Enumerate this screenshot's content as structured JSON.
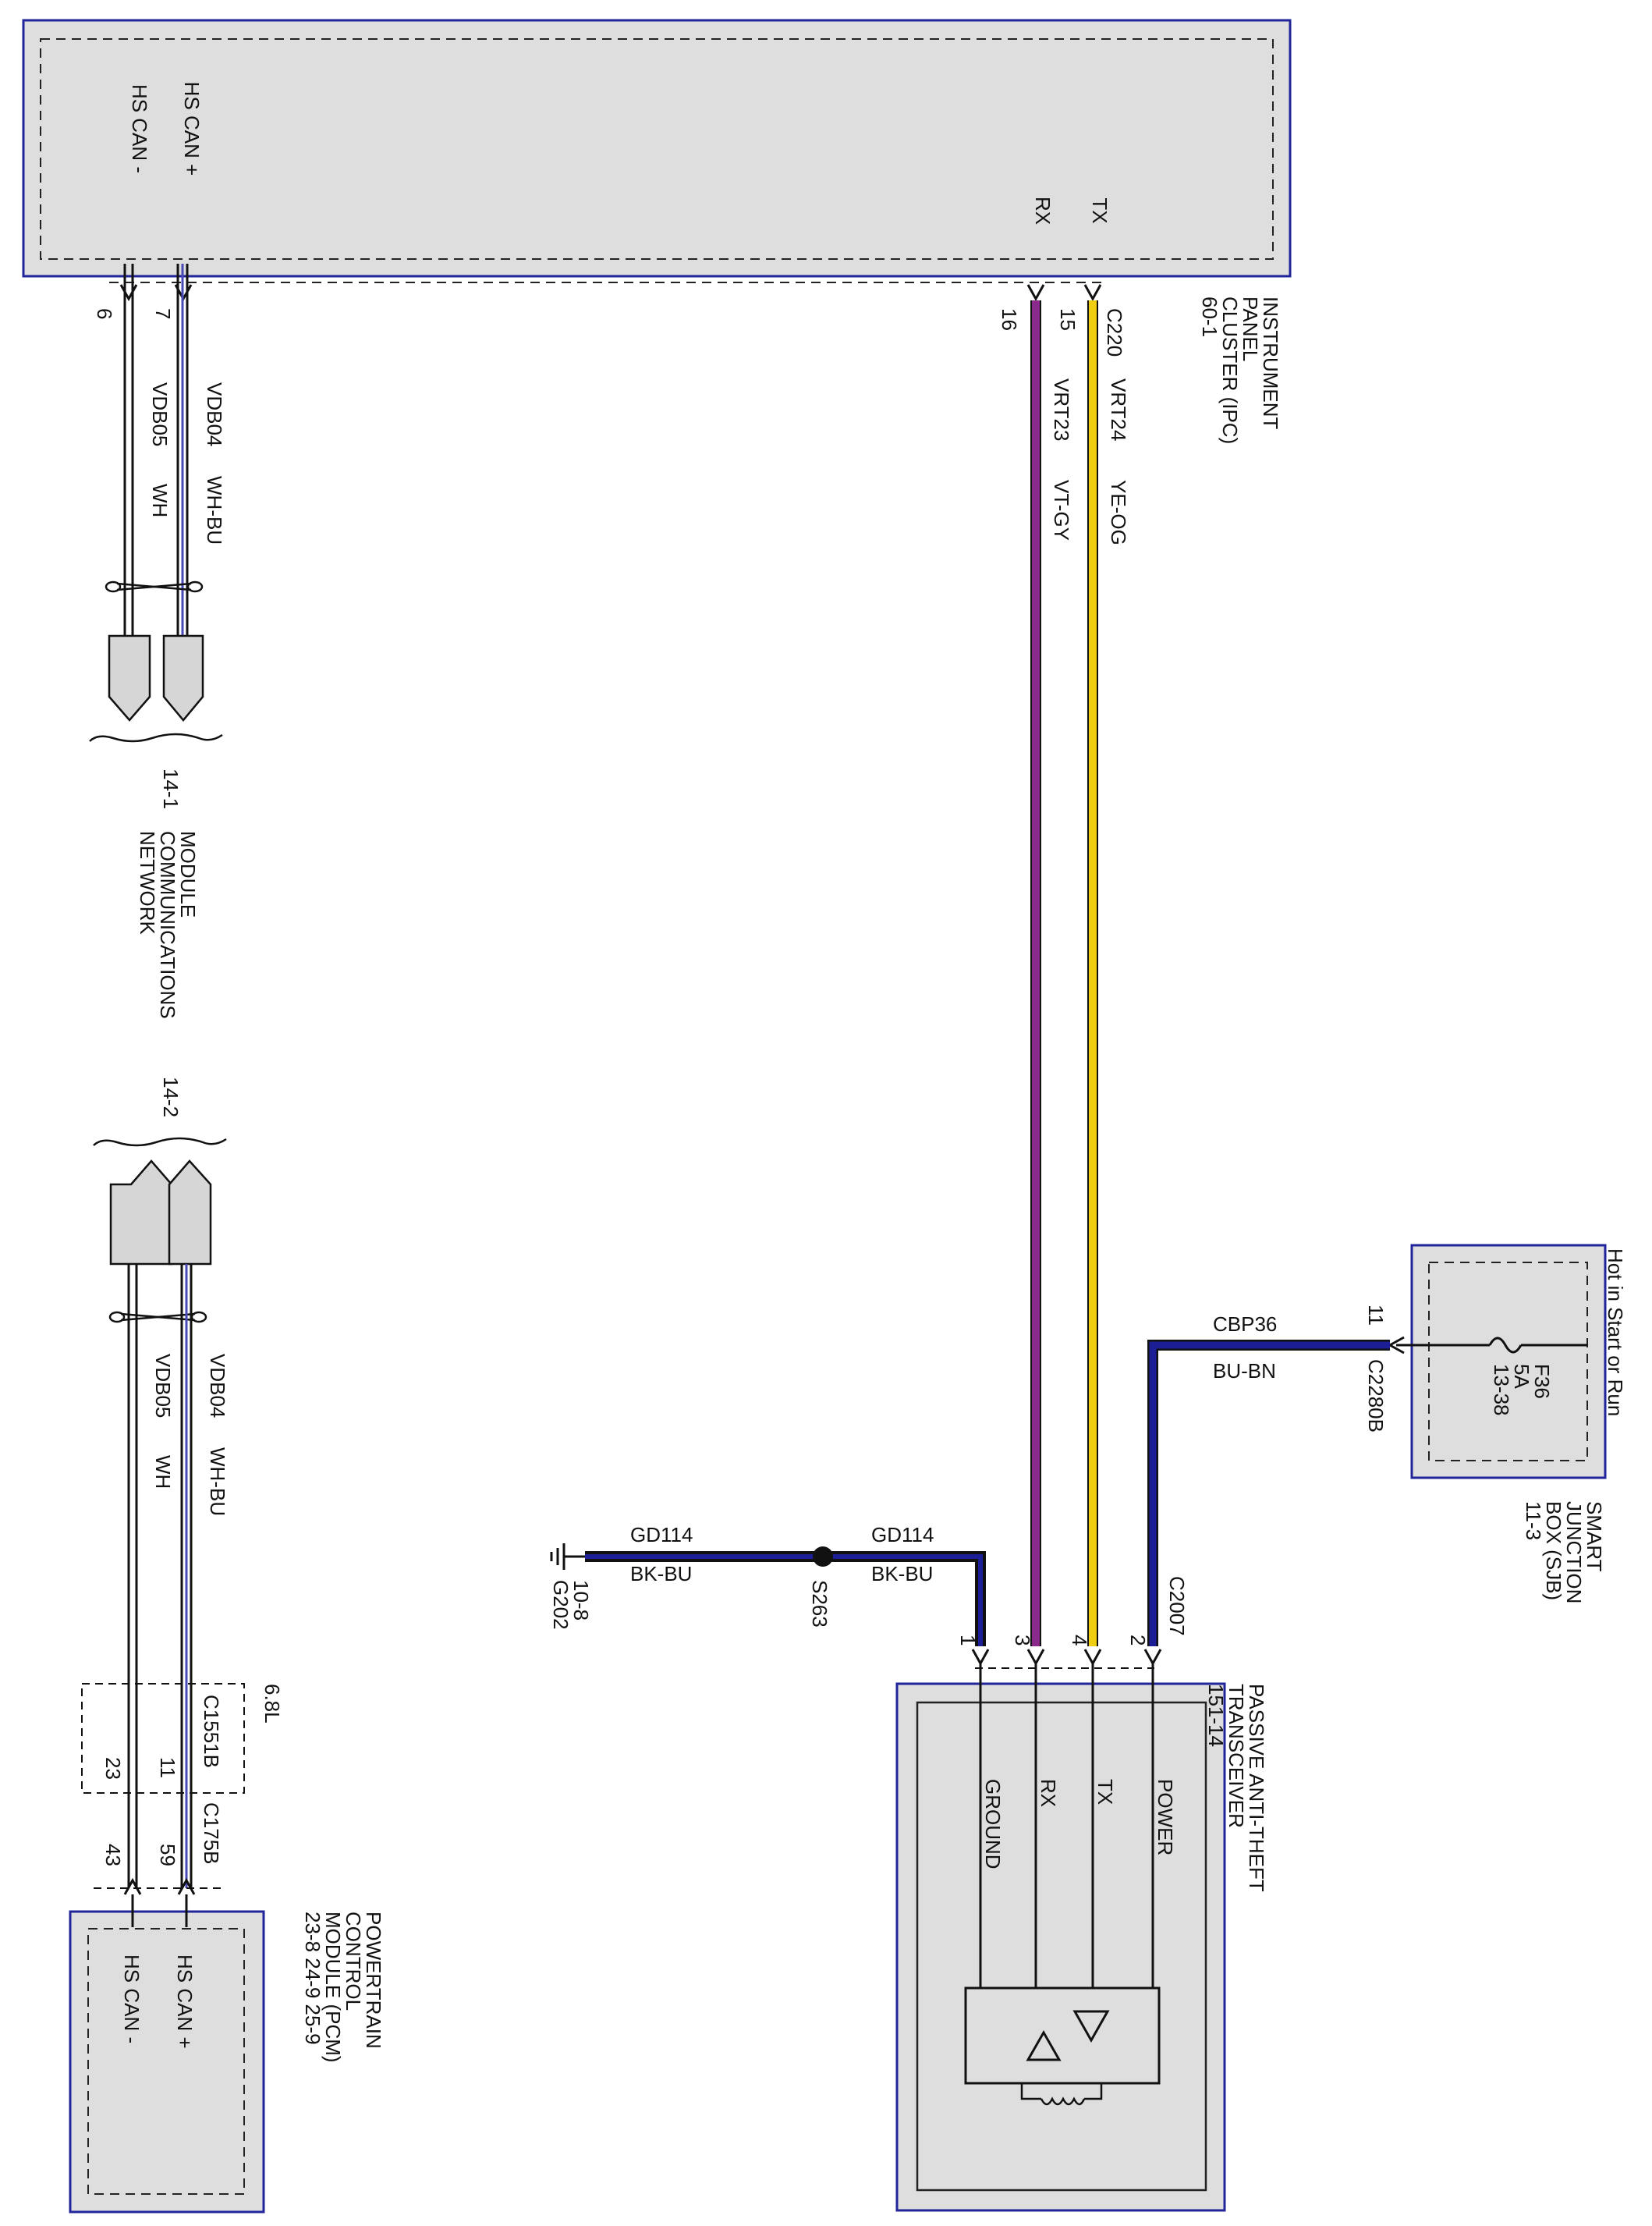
{
  "colors": {
    "module_fill": "#dedede",
    "module_border": "#22249a",
    "wire_purple": "#8a2a8a",
    "wire_yellow": "#f0cf12",
    "wire_blue": "#1c1e96",
    "wire_black": "#111111",
    "wire_white_blue": "#4a4ab8"
  },
  "ipc": {
    "pins": {
      "hs_can_minus": "HS CAN -",
      "hs_can_plus": "HS CAN +",
      "rx": "RX",
      "tx": "TX"
    },
    "pin_numbers": {
      "p6": "6",
      "p7": "7",
      "p16": "16",
      "p15": "15"
    },
    "connector": "C220",
    "name_lines": [
      "INSTRUMENT",
      "PANEL",
      "CLUSTER (IPC)",
      "60-1"
    ]
  },
  "wires": {
    "vdb05_top": {
      "circuit": "VDB05",
      "color": "WH"
    },
    "vdb04_top": {
      "circuit": "VDB04",
      "color": "WH-BU"
    },
    "vrt23": {
      "circuit": "VRT23",
      "color": "VT-GY"
    },
    "vrt24": {
      "circuit": "VRT24",
      "color": "YE-OG"
    },
    "vdb04_bottom": {
      "circuit": "VDB04",
      "color": "WH-BU"
    },
    "vdb05_bottom": {
      "circuit": "VDB05",
      "color": "WH"
    },
    "cbp36": {
      "circuit": "CBP36",
      "color": "BU-BN"
    },
    "gd114_left": {
      "circuit": "GD114",
      "color": "BK-BU"
    },
    "gd114_right": {
      "circuit": "GD114",
      "color": "BK-BU"
    }
  },
  "network_refs": {
    "top_ref": "14-1",
    "top_name_lines": [
      "MODULE",
      "COMMUNICATIONS",
      "NETWORK"
    ],
    "bottom_ref": "14-2"
  },
  "sjb": {
    "title": "Hot in Start or Run",
    "fuse_lines": [
      "F36",
      "5A",
      "13-38"
    ],
    "pin": "11",
    "connector": "C2280B",
    "name_lines": [
      "SMART",
      "JUNCTION",
      "BOX (SJB)",
      "11-3"
    ]
  },
  "ground": {
    "splice": "S263",
    "ground_id": "G202",
    "ground_ref": "10-8"
  },
  "pats": {
    "connector": "C2007",
    "pin_numbers": {
      "p1": "1",
      "p3": "3",
      "p4": "4",
      "p2": "2"
    },
    "pins": {
      "ground": "GROUND",
      "rx": "RX",
      "tx": "TX",
      "power": "POWER"
    },
    "name_lines": [
      "PASSIVE ANTI-THEFT",
      "TRANSCEIVER",
      "151-14"
    ]
  },
  "pcm": {
    "inline_connector_top": "C1551B",
    "engine": "6.8L",
    "inline_pins": {
      "p11": "11",
      "p23": "23"
    },
    "connector": "C175B",
    "pin_numbers": {
      "p59": "59",
      "p43": "43"
    },
    "pins": {
      "hs_can_plus": "HS CAN +",
      "hs_can_minus": "HS CAN -"
    },
    "name_lines": [
      "POWERTRAIN",
      "CONTROL",
      "MODULE (PCM)",
      "23-8  24-9  25-9"
    ]
  }
}
